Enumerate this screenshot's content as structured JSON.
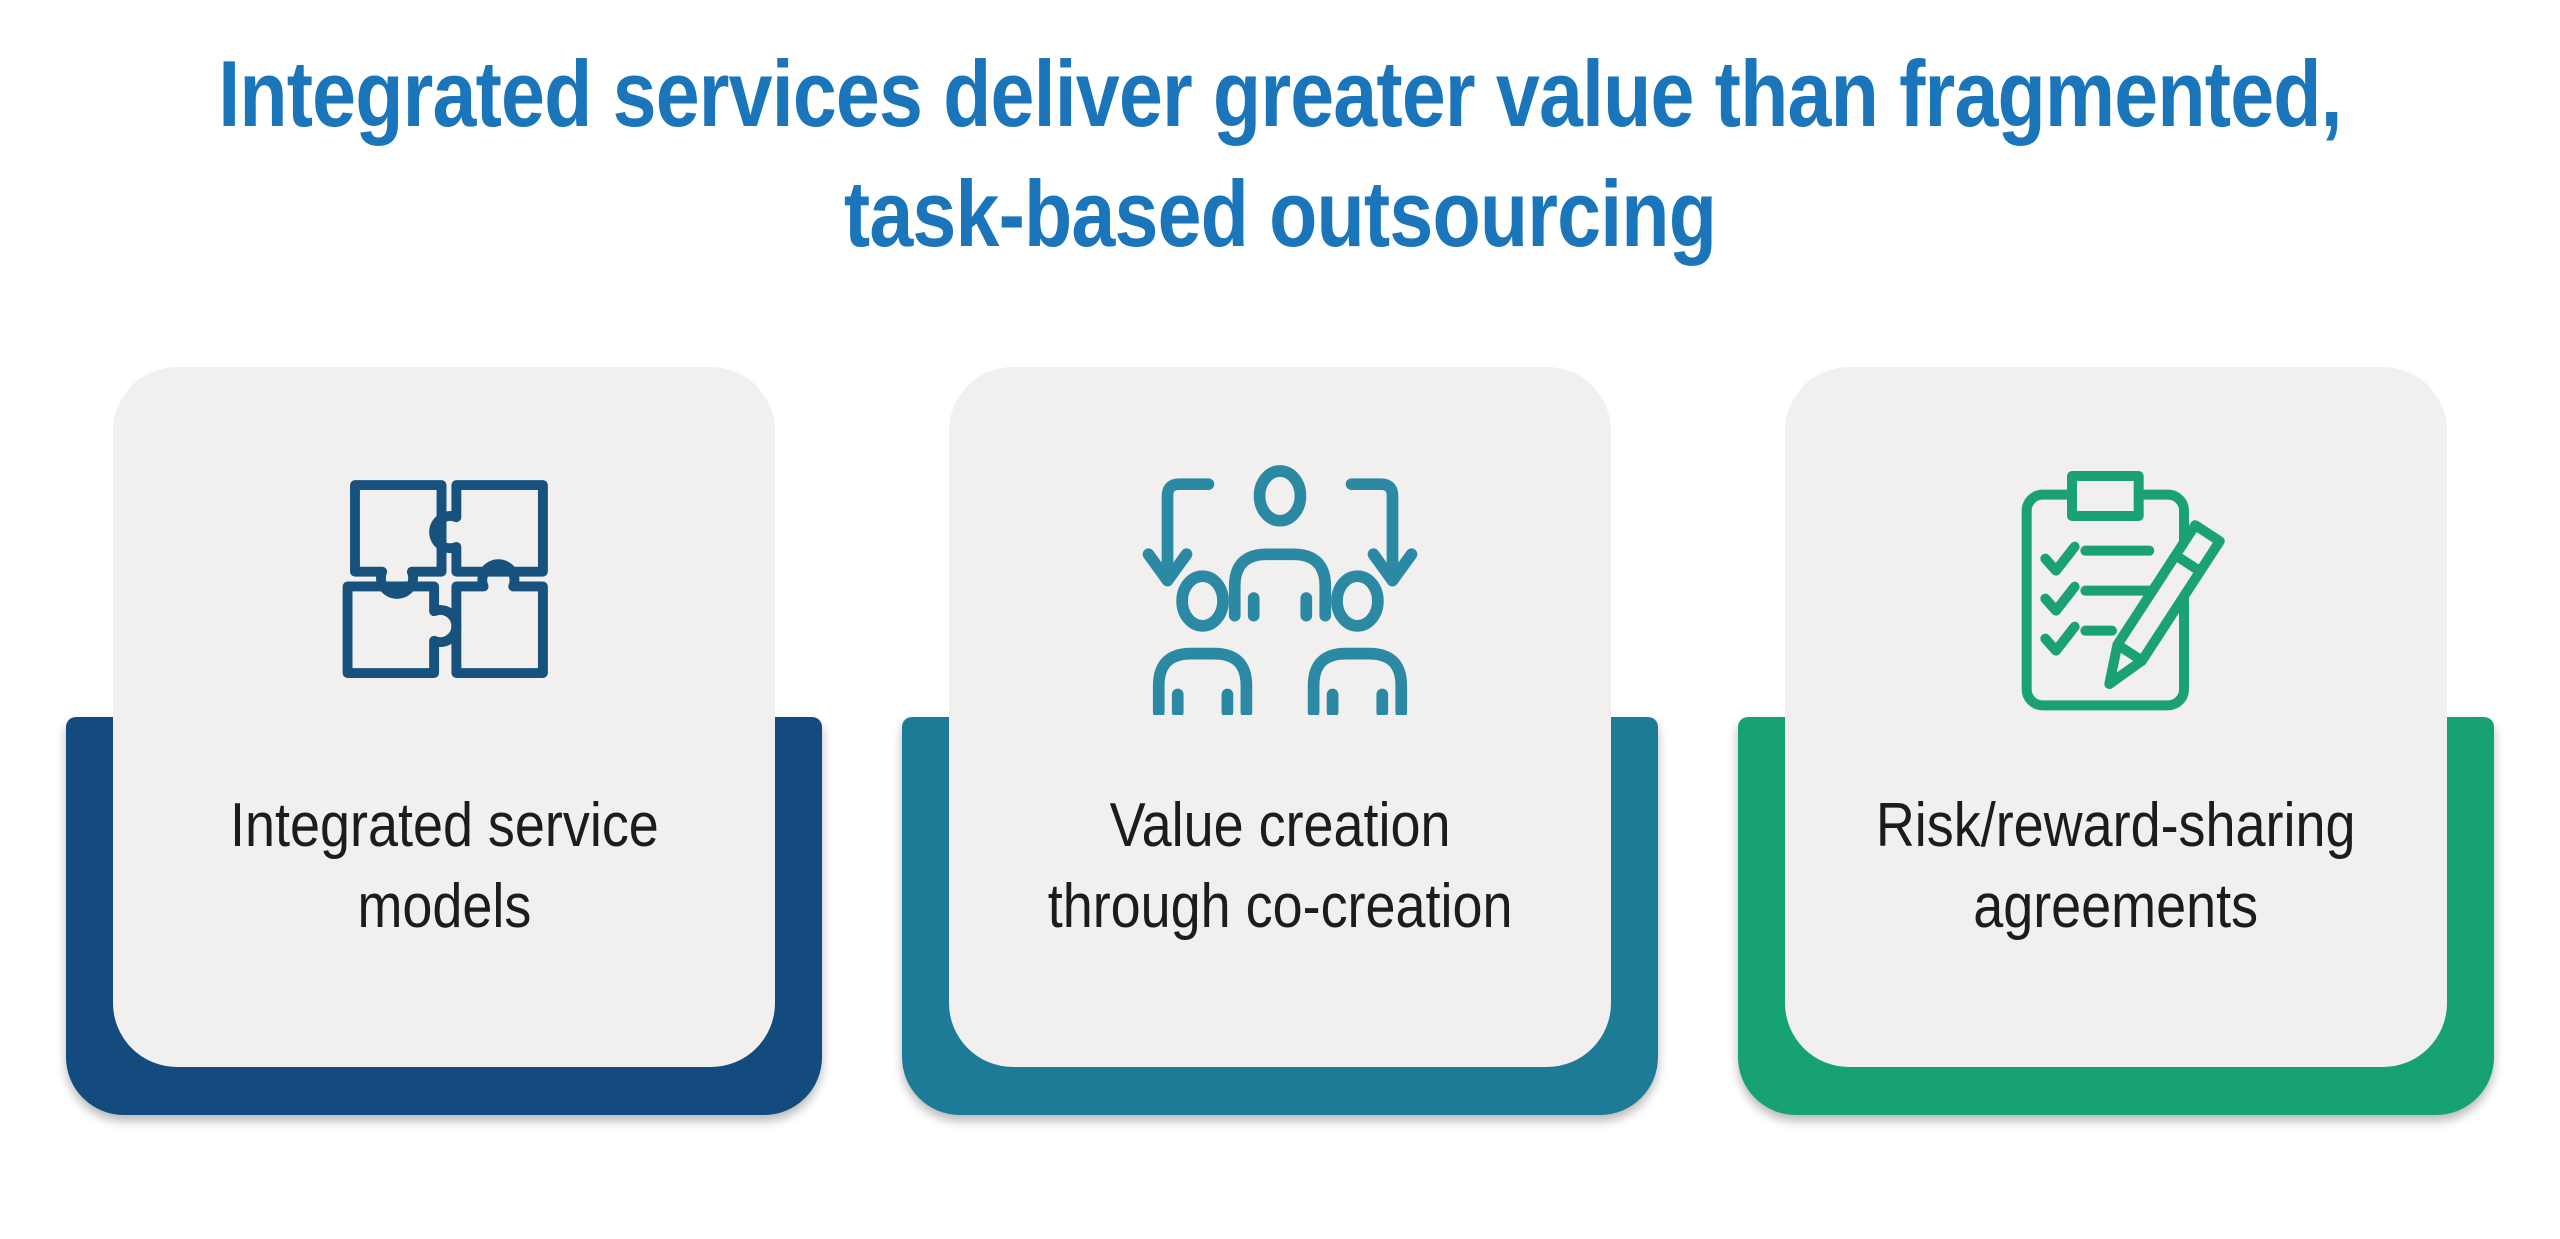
{
  "title": {
    "line1": "Integrated services deliver greater value than fragmented,",
    "line2": "task-based outsourcing",
    "color": "#1a75bb"
  },
  "cards": [
    {
      "icon": "puzzle-pieces-icon",
      "label_lines": [
        "Integrated service",
        "models"
      ],
      "bracket_color": "#134b7e",
      "icon_color": "#17527f",
      "card_bg": "#f1f0ee",
      "label_color": "#1c1c1c"
    },
    {
      "icon": "co-creation-people-icon",
      "label_lines": [
        "Value creation",
        "through co-creation"
      ],
      "bracket_color": "#1e7b98",
      "icon_color": "#2b89a4",
      "card_bg": "#f1f0ee",
      "label_color": "#1c1c1c"
    },
    {
      "icon": "checklist-pencil-icon",
      "label_lines": [
        "Risk/reward-sharing",
        "agreements"
      ],
      "bracket_color": "#16a371",
      "icon_color": "#1ba272",
      "card_bg": "#f1f0ee",
      "label_color": "#1c1c1c"
    }
  ]
}
